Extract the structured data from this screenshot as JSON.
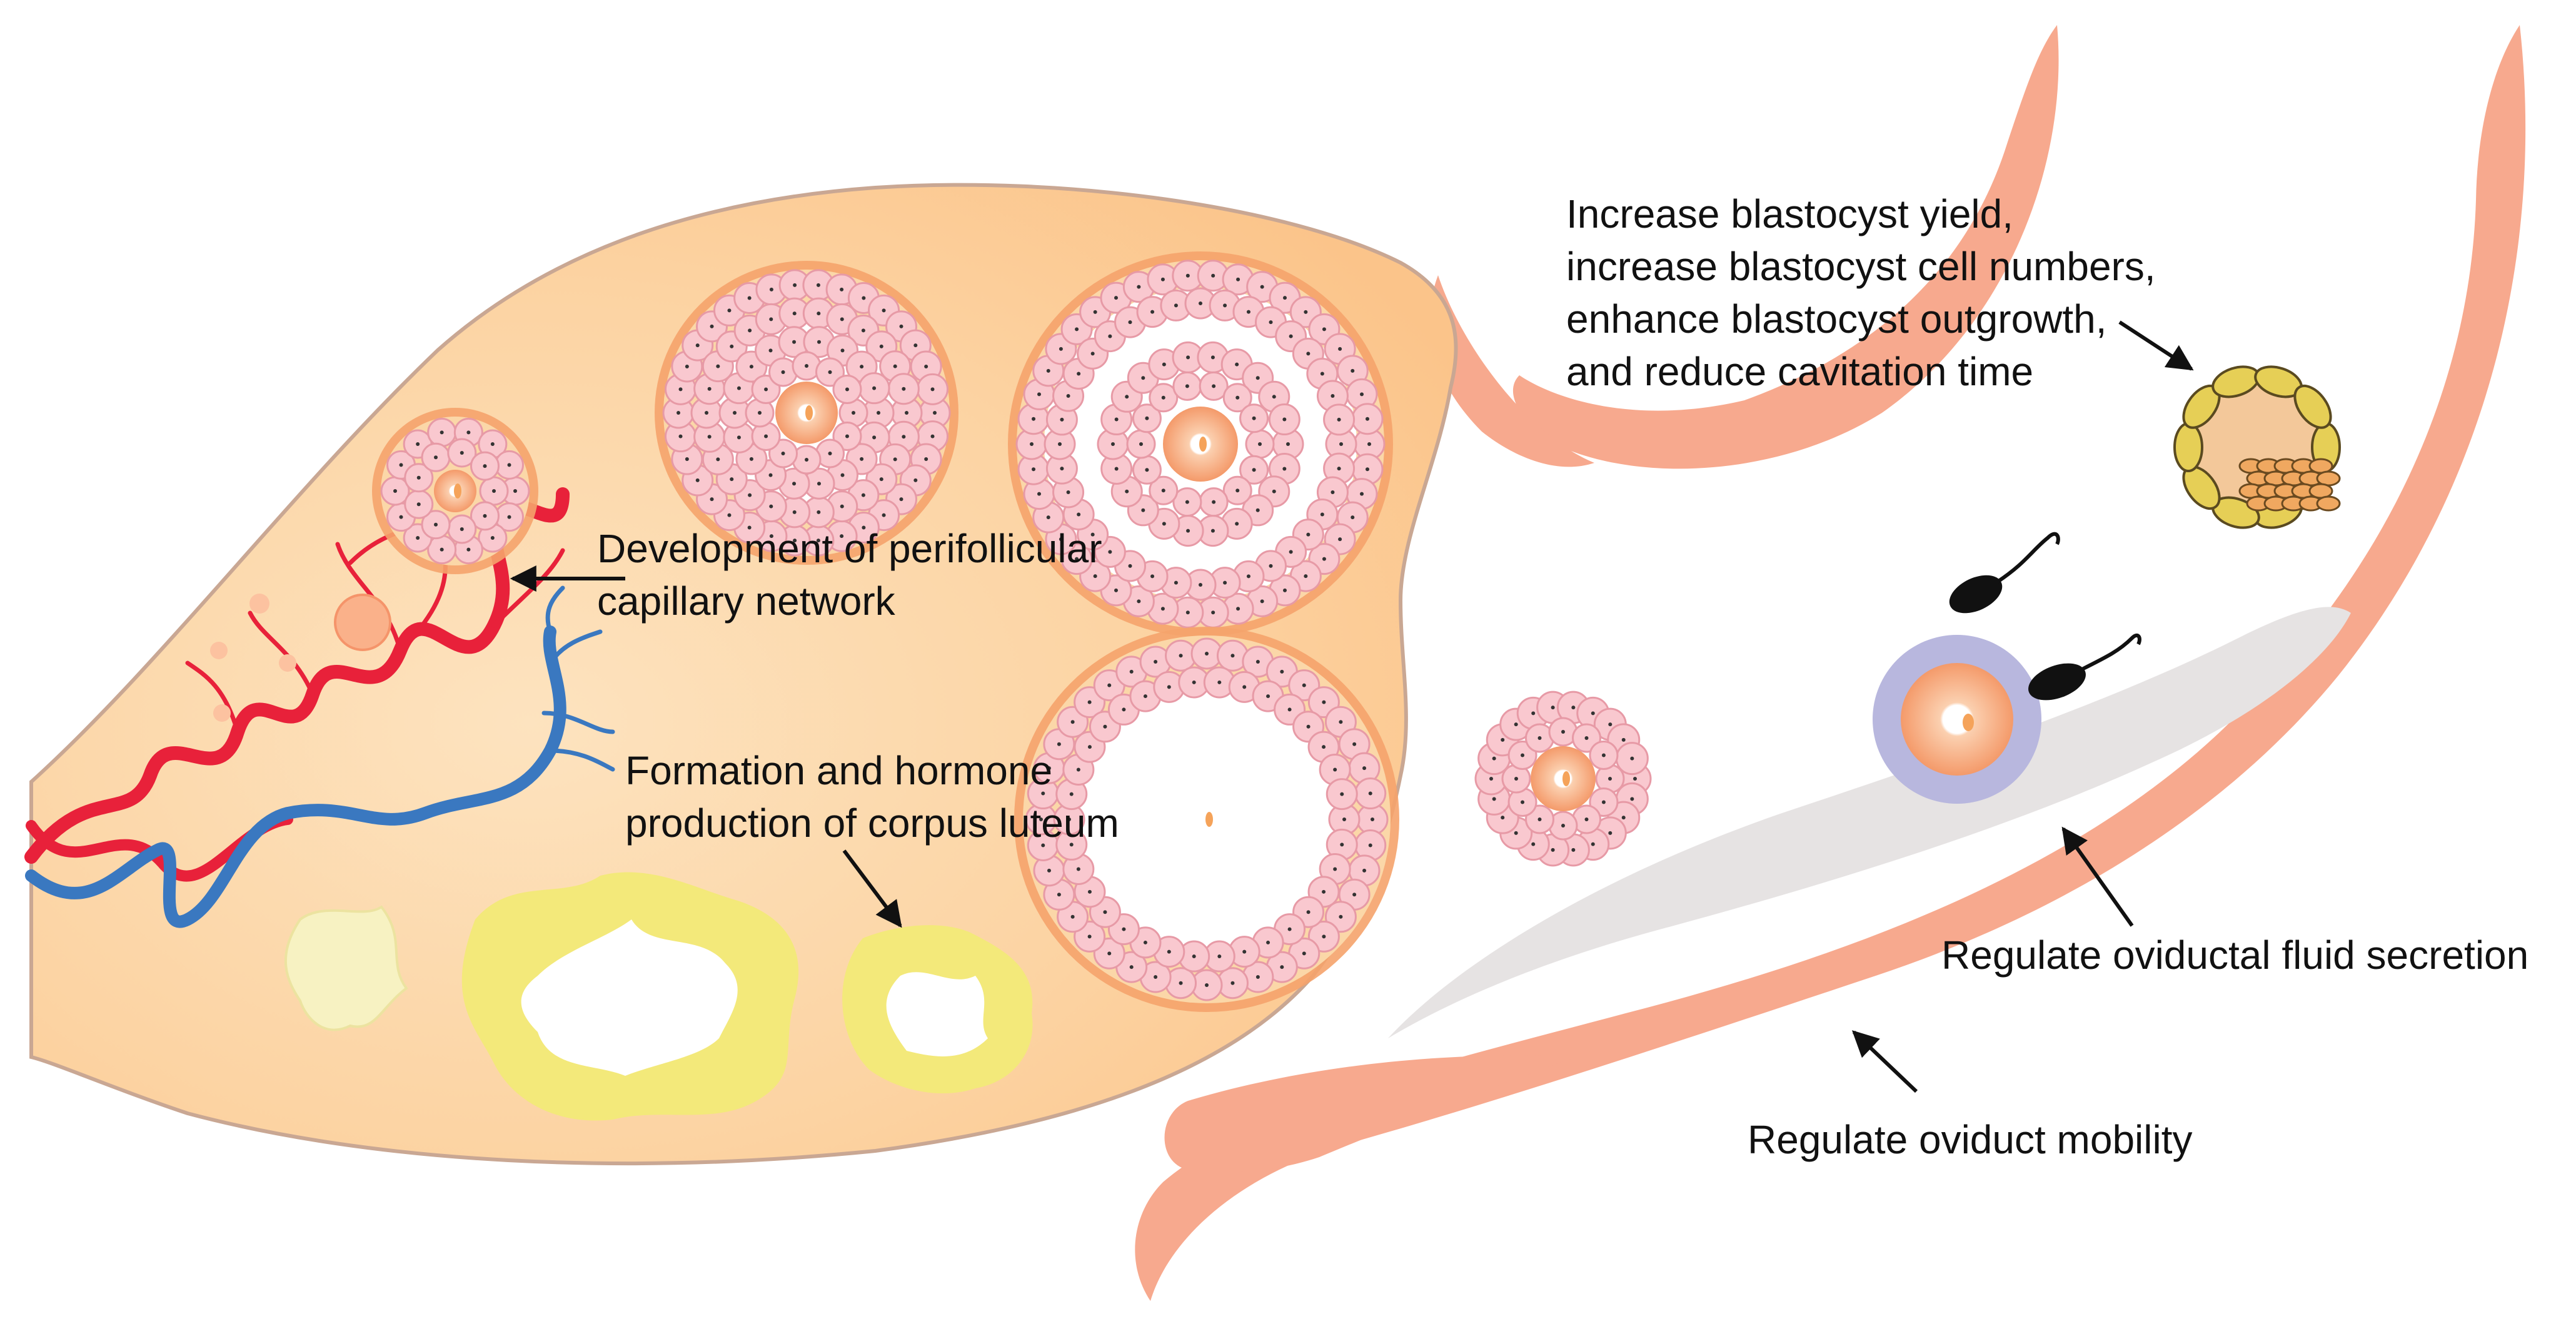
{
  "labels": {
    "blastocyst": {
      "lines": [
        "Increase blastocyst yield,",
        "increase blastocyst cell numbers,",
        "enhance blastocyst outgrowth,",
        "and reduce cavitation time"
      ]
    },
    "capillary": {
      "lines": [
        "Development of perifollicular",
        "capillary network"
      ]
    },
    "corpus_luteum": {
      "lines": [
        "Formation and hormone",
        "production of corpus luteum"
      ]
    },
    "oviductal_fluid": "Regulate oviductal fluid secretion",
    "oviduct_mobility": "Regulate oviduct mobility"
  },
  "colors": {
    "ovary_stroma": "#fbc98f",
    "ovary_light": "#fde3bf",
    "oviduct": "#f7a98e",
    "oviduct_fluid": "#e6e3e3",
    "granulosa_cell": "#f9c8cf",
    "theca": "#f5a36c",
    "oocyte": "#f8a57a",
    "corpus_luteum": "#f3e97a",
    "artery": "#e8213a",
    "vein": "#3a78c0",
    "zona": "#b8b7de",
    "trophectoderm": "#e6cf56",
    "sperm": "#111111"
  }
}
